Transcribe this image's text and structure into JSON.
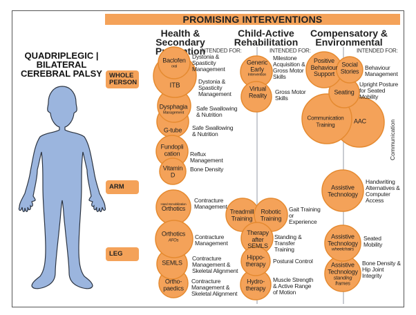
{
  "banner": "PROMISING INTERVENTIONS",
  "title": "QUADRIPLEGIC | BILATERAL CEREBRAL PALSY",
  "figure_icon": "child-body-silhouette-icon",
  "regions": [
    "WHOLE PERSON",
    "ARM",
    "LEG"
  ],
  "columns": [
    {
      "heading": "Health & Secondary Prevention",
      "intended": "INTENDED FOR:"
    },
    {
      "heading": "Child-Active Rehabilitation",
      "intended": "INTENDED FOR:"
    },
    {
      "heading": "Compensatory & Environmental",
      "intended": "INTENDED FOR:"
    }
  ],
  "interventions": {
    "health": [
      {
        "name": "Baclofen",
        "sub": "oral",
        "desc": "Dystonia & Spasticity Management"
      },
      {
        "name": "ITB",
        "desc": "Dystonia & Spasticity Management"
      },
      {
        "name": "Dysphagia",
        "sub": "Management",
        "desc": "Safe Swallowing & Nutrition"
      },
      {
        "name": "G-tube",
        "desc": "Safe Swallowing & Nutrition"
      },
      {
        "name": "Fundopli cation",
        "desc": "Reflux Management"
      },
      {
        "name": "Vitamin D",
        "desc": "Bone Density"
      },
      {
        "pre": "Hand Immobilization",
        "name": "Orthotics",
        "desc": "Contracture Management"
      },
      {
        "name": "Orthotics",
        "sub": "AFOs",
        "desc": "Contracture Management"
      },
      {
        "name": "SEMLS",
        "desc": "Contracture Management & Skeletal Alignment"
      },
      {
        "name": "Ortho- paedics",
        "desc": "Contracture Management & Skeletal Alignment"
      }
    ],
    "rehab": [
      {
        "name": "Generic Early",
        "sub": "Intervention",
        "desc": "Milestone Acquisition & Gross Motor Skills"
      },
      {
        "name": "Virtual Reality",
        "desc": "Gross Motor Skills"
      },
      {
        "name": "Treadmill Training"
      },
      {
        "name": "Robotic Training",
        "desc": "Gait Training or Experience"
      },
      {
        "name": "Therapy after SEMLS",
        "desc": "Standing & Transfer Training"
      },
      {
        "name": "Hippo- therapy",
        "desc": "Postural Control"
      },
      {
        "name": "Hydro- therapy",
        "desc": "Muscle Strength & Active Range of Motion"
      }
    ],
    "compensatory": [
      {
        "name": "Positive Behaviour Support"
      },
      {
        "name": "Social Stories",
        "desc": "Behaviour Management"
      },
      {
        "name": "Seating",
        "desc": "Upright Posture for Seated Mobility"
      },
      {
        "name": "Communication Training"
      },
      {
        "name": "AAC",
        "group_label": "Communication"
      },
      {
        "name": "Assistive Technology",
        "desc": "Handwriting Alternatives & Computer Access"
      },
      {
        "name": "Assistive Technology",
        "sub": "wheelchairs",
        "desc": "Seated Mobility"
      },
      {
        "name": "Assistive Technology",
        "sub": "standing frames",
        "desc": "Bone Density & Hip Joint Integrity"
      }
    ]
  },
  "colors": {
    "accent": "#f4a259",
    "circle_stroke": "#e58a30",
    "figure": "#9bb5de",
    "divider": "#c9ccd2"
  }
}
